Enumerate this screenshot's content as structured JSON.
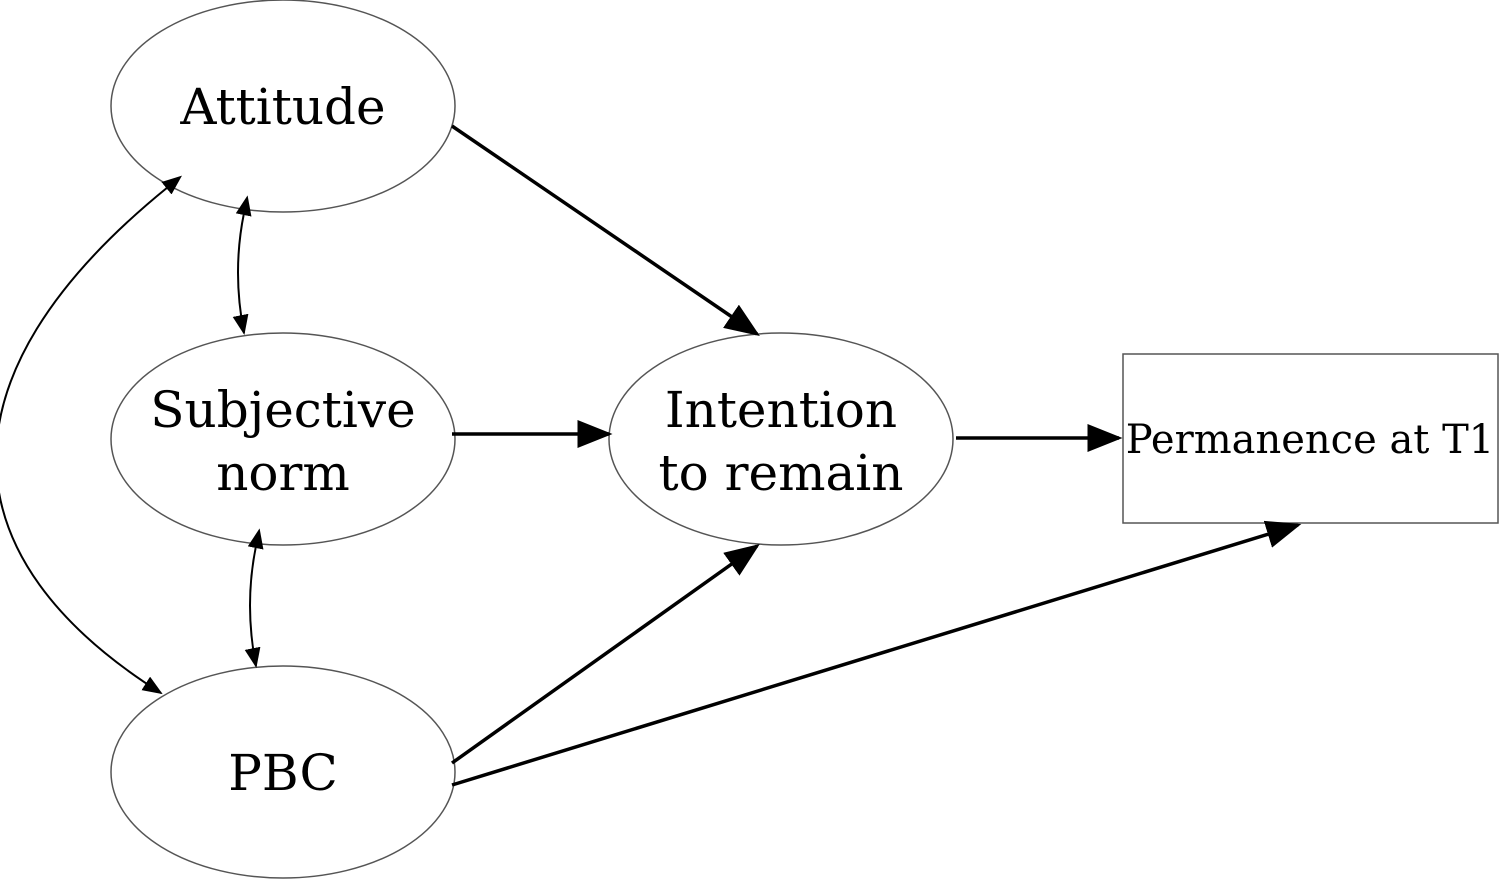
{
  "diagram": {
    "nodes": {
      "attitude": {
        "lines": [
          "Attitude"
        ]
      },
      "subjective_norm": {
        "lines": [
          "Subjective",
          "norm"
        ]
      },
      "pbc": {
        "lines": [
          "PBC"
        ]
      },
      "intention": {
        "lines": [
          "Intention",
          "to remain"
        ]
      },
      "permanence": {
        "lines": [
          "Permanence at T1"
        ]
      }
    },
    "colors": {
      "stroke": "#000000",
      "background": "#ffffff"
    }
  }
}
